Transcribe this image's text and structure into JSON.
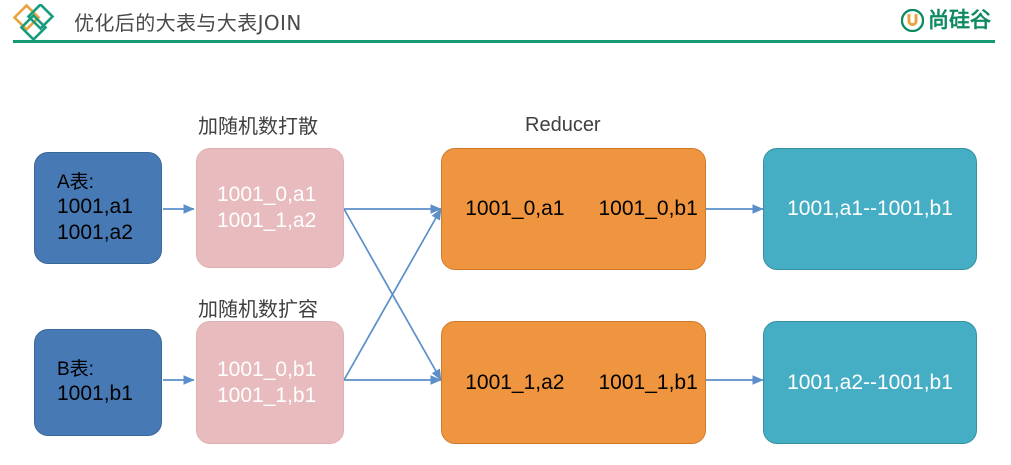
{
  "header": {
    "title": "优化后的大表与大表JOIN",
    "brand_text": "尚硅谷",
    "brand_mark_icon": "circle-u-icon",
    "diamond_icon": "双菱形-logo-icon",
    "rule_color": "#159B76",
    "brand_color": "#0e8a62",
    "diamond_colors": {
      "orange": "#E8A33D",
      "teal": "#189C7E"
    }
  },
  "diagram": {
    "captions": {
      "salt_top": "加随机数打散",
      "salt_bottom": "加随机数扩容",
      "reducer": "Reducer"
    },
    "colors": {
      "source": "#4779B5",
      "salted": "#E8BCBE",
      "reducer": "#F0953F",
      "result": "#45ADC4",
      "arrow": "#5B8FC9"
    },
    "rows": [
      {
        "source": {
          "head": "A表:",
          "lines": [
            "1001,a1",
            "1001,a2"
          ]
        },
        "salted": {
          "lines": [
            "1001_0,a1",
            "1001_1,a2"
          ]
        },
        "reducer": {
          "left": "1001_0,a1",
          "right": "1001_0,b1"
        },
        "result": {
          "text": "1001,a1--1001,b1"
        }
      },
      {
        "source": {
          "head": "B表:",
          "lines": [
            "1001,b1"
          ]
        },
        "salted": {
          "lines": [
            "1001_0,b1",
            "1001_1,b1"
          ]
        },
        "reducer": {
          "left": "1001_1,a2",
          "right": "1001_1,b1"
        },
        "result": {
          "text": "1001,a2--1001,b1"
        }
      }
    ]
  }
}
